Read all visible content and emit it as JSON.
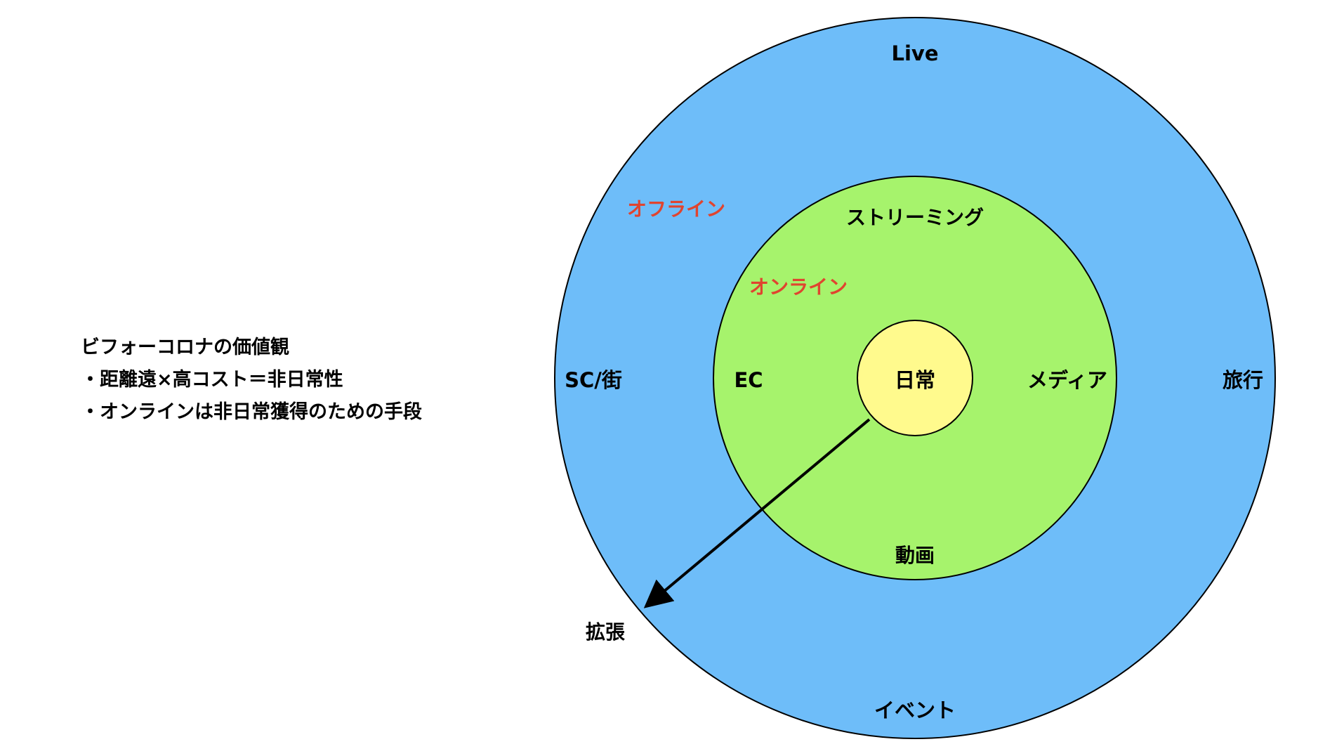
{
  "notes": {
    "title": "ビフォーコロナの価値観",
    "line1": "・距離遠×高コスト＝非日常性",
    "line2": "・オンラインは非日常獲得のための手段"
  },
  "outer_ring": {
    "color": "#6ebdf9",
    "category_label": "オフライン",
    "items": {
      "top": "Live",
      "left": "SC/街",
      "right": "旅行",
      "bottom": "イベント"
    }
  },
  "middle_ring": {
    "color": "#a6f36c",
    "category_label": "オンライン",
    "items": {
      "top": "ストリーミング",
      "left": "EC",
      "right": "メディア",
      "bottom": "動画"
    }
  },
  "center": {
    "color": "#fffa8d",
    "label": "日常"
  },
  "arrow": {
    "label": "拡張"
  },
  "colors": {
    "category_label": "#e0442f",
    "stroke": "#000000"
  }
}
